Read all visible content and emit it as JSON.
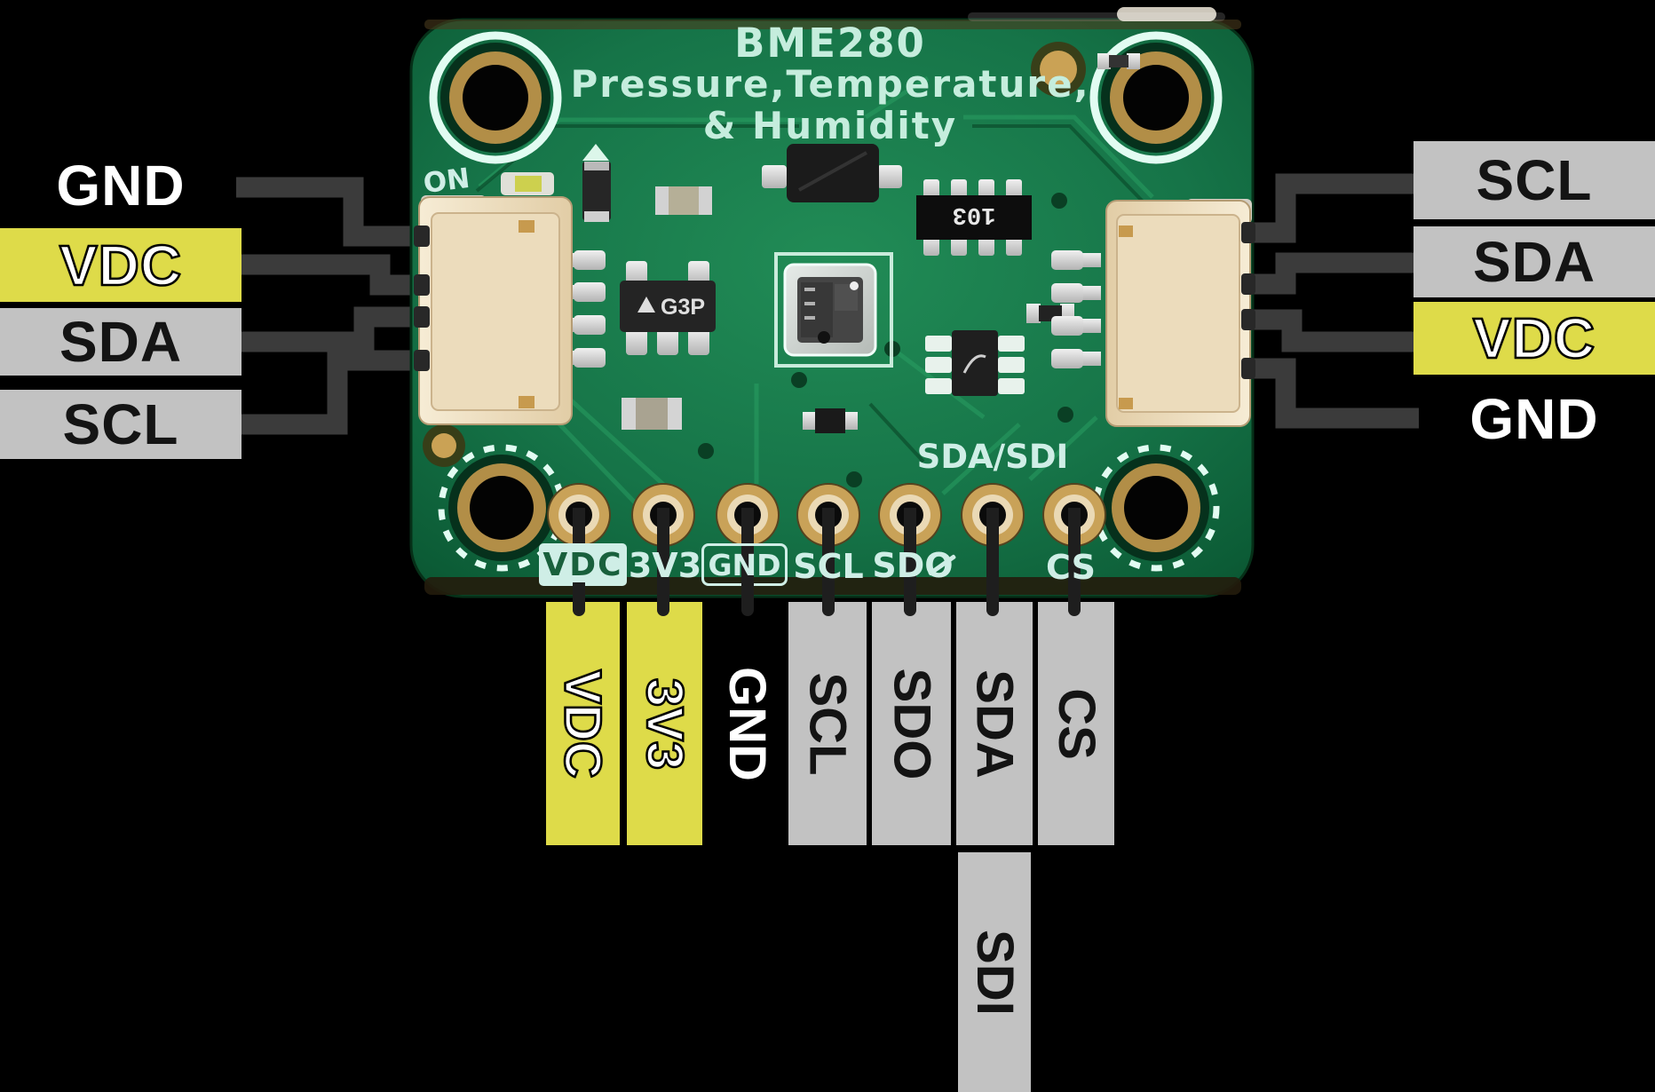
{
  "diagram_title": {
    "line1": "BME280",
    "line2": "Pressure,Temperature,",
    "line3": "& Humidity"
  },
  "left_labels": [
    {
      "text": "GND",
      "type": "ground"
    },
    {
      "text": "VDC",
      "type": "power"
    },
    {
      "text": "SDA",
      "type": "signal"
    },
    {
      "text": "SCL",
      "type": "signal"
    }
  ],
  "right_labels": [
    {
      "text": "SCL",
      "type": "signal"
    },
    {
      "text": "SDA",
      "type": "signal"
    },
    {
      "text": "VDC",
      "type": "power"
    },
    {
      "text": "GND",
      "type": "ground"
    }
  ],
  "bottom_labels": [
    {
      "text": "VDC",
      "type": "power"
    },
    {
      "text": "3V3",
      "type": "power"
    },
    {
      "text": "GND",
      "type": "ground"
    },
    {
      "text": "SCL",
      "type": "signal"
    },
    {
      "text": "SDO",
      "type": "signal"
    },
    {
      "text": "SDA",
      "type": "signal"
    },
    {
      "text": "CS",
      "type": "signal"
    }
  ],
  "bottom_secondary_label": {
    "text": "SDI",
    "type": "signal"
  },
  "silkscreen": {
    "on_led": "ON",
    "pin_vdc": "VDC",
    "pin_3v3": "3V3",
    "pin_gnd": "GND",
    "pin_scl": "SCL",
    "pin_sdo": "SDO",
    "pin_sda_sdi": "SDA/SDI",
    "pin_cs": "CS",
    "resistor_network_code": "103",
    "regulator_code": "G3P"
  },
  "colors": {
    "power_highlight": "#dedb49",
    "signal_gray": "#c2c2c2",
    "wire_dark": "#3b3b3b",
    "pcb_green": "#17804b",
    "silkscreen_cyan": "#cfeee6",
    "background": "#000000"
  }
}
